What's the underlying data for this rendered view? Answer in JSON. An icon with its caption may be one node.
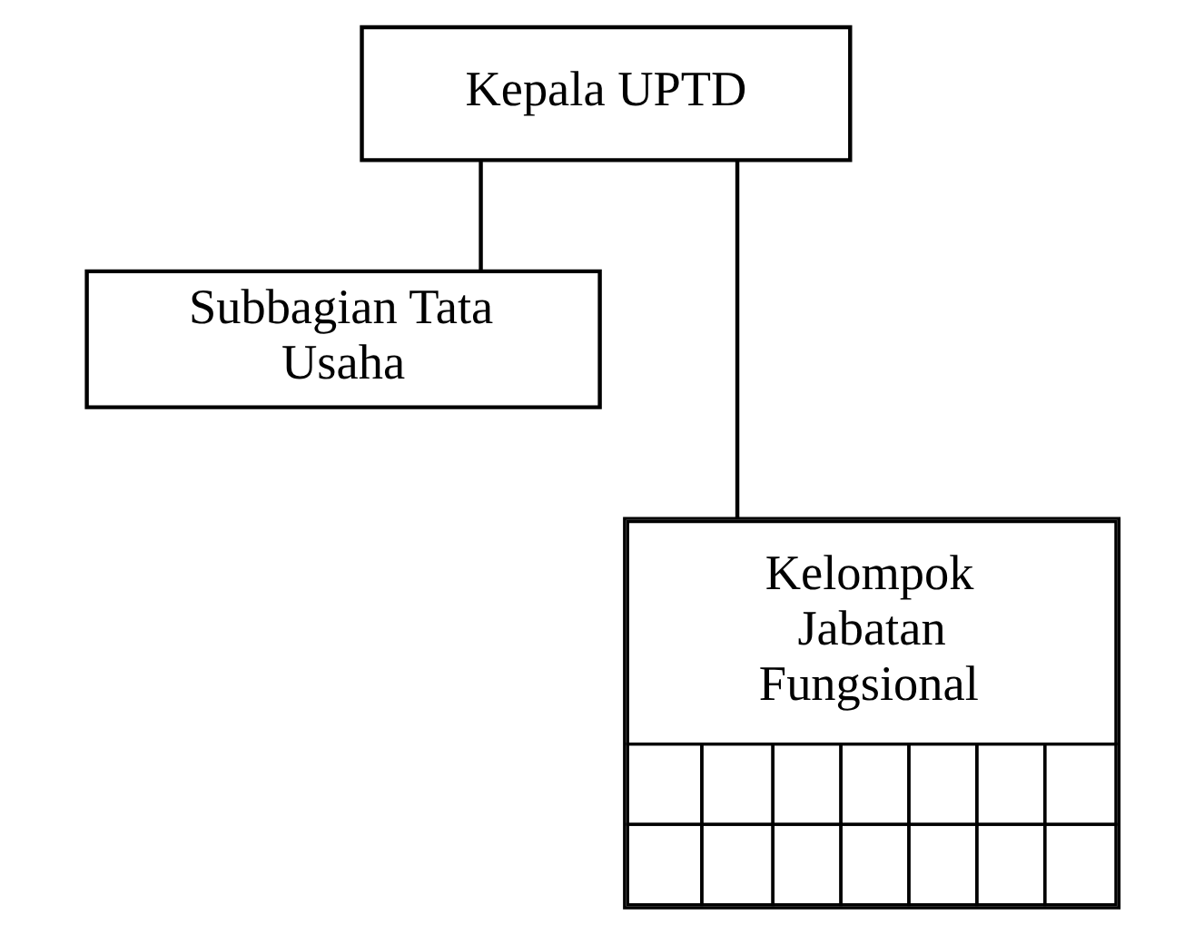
{
  "diagram": {
    "nodes": [
      {
        "text": [
          "Kepala UPTD"
        ]
      },
      {
        "text": [
          "Subbagian Tata Usaha"
        ]
      },
      {
        "text": [
          "Kelompok Jabatan Fungsional"
        ]
      }
    ],
    "edges": [
      {
        "from": 0,
        "to": 1,
        "arrow": "none"
      },
      {
        "from": 0,
        "to": 2,
        "arrow": "none"
      }
    ]
  }
}
